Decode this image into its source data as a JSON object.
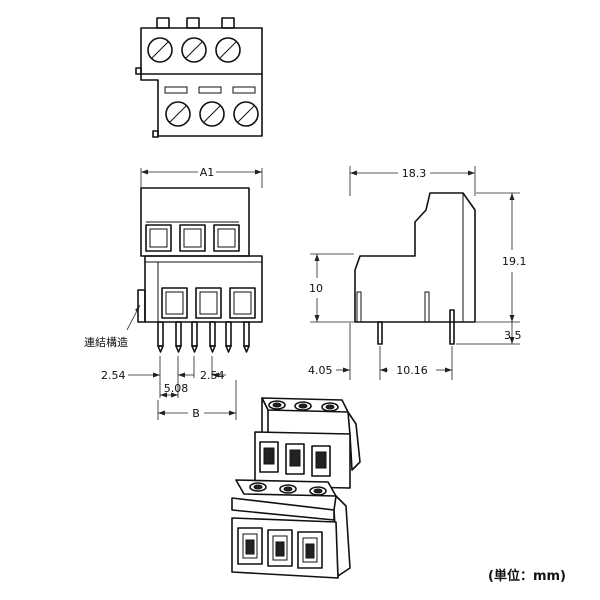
{
  "dimensions": {
    "a1": "A1",
    "b": "B",
    "pitch_left": "2.54",
    "pitch_right": "2.54",
    "pin_pitch": "5.08",
    "depth": "18.3",
    "height": "19.1",
    "body_height": "10",
    "pin_length": "3.5",
    "offset": "4.05",
    "pin_spacing": "10.16"
  },
  "labels": {
    "connection_structure": "連結構造",
    "unit_note": "(単位：mm)"
  }
}
